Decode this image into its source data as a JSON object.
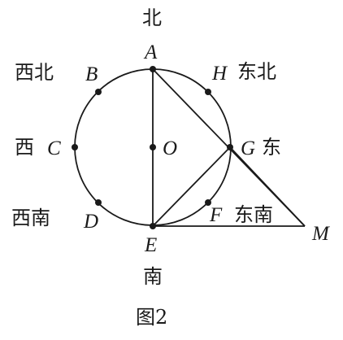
{
  "directions": {
    "north": "北",
    "south": "南",
    "west": "西",
    "east": "东",
    "northwest": "西北",
    "northeast": "东北",
    "southwest": "西南",
    "southeast": "东南"
  },
  "points": {
    "A": "A",
    "B": "B",
    "C": "C",
    "D": "D",
    "E": "E",
    "F": "F",
    "G": "G",
    "H": "H",
    "O": "O",
    "M": "M"
  },
  "caption": "图2"
}
